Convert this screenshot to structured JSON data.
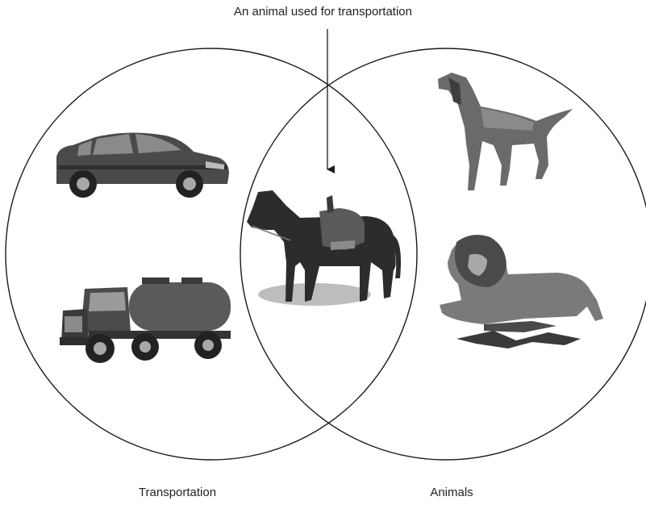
{
  "diagram": {
    "annotation": "An animal used for transportation",
    "left_set_label": "Transportation",
    "right_set_label": "Animals",
    "colors": {
      "outline": "#1a1a1a",
      "illustration_dark": "#3a3a3a",
      "illustration_mid": "#707070",
      "illustration_light": "#a8a8a8"
    },
    "left_set_items": [
      {
        "icon": "car-icon"
      },
      {
        "icon": "tanker-truck-icon"
      }
    ],
    "intersection_items": [
      {
        "icon": "saddled-horse-icon"
      }
    ],
    "right_set_items": [
      {
        "icon": "dog-icon"
      },
      {
        "icon": "lion-icon"
      }
    ]
  }
}
